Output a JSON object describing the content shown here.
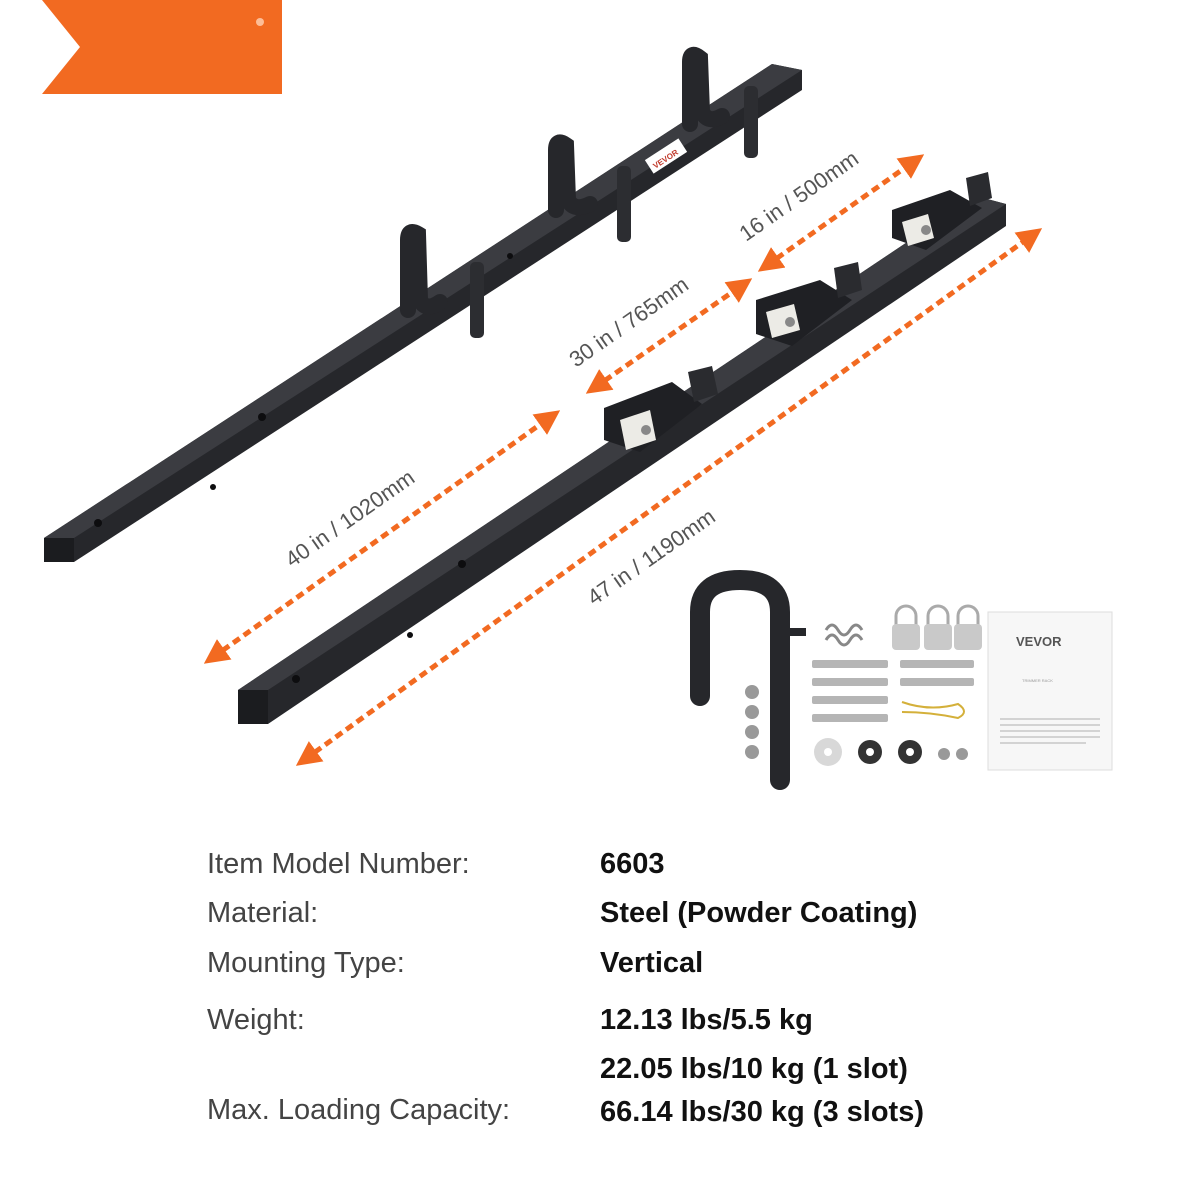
{
  "colors": {
    "accent": "#f26a21",
    "rack": "#26272b",
    "text": "#444444",
    "value": "#111111"
  },
  "dimensions": {
    "short_rack_length": "40 in / 1020mm",
    "long_rack_length": "47 in / 1190mm",
    "spacing_wide": "30 in / 765mm",
    "spacing_narrow": "16 in / 500mm"
  },
  "product": {
    "brand_label": "VEVOR",
    "manual_brand": "VEVOR",
    "manual_title": "TRIMMER RACK"
  },
  "specs": [
    {
      "label": "Item Model Number:",
      "value": "6603"
    },
    {
      "label": "Material:",
      "value": "Steel (Powder Coating)"
    },
    {
      "label": "Mounting Type:",
      "value": "Vertical"
    },
    {
      "label": "Weight:",
      "value": "12.13 lbs/5.5 kg"
    },
    {
      "label": "Max. Loading Capacity:",
      "values": [
        "22.05 lbs/10 kg (1 slot)",
        "66.14 lbs/30 kg (3 slots)"
      ]
    }
  ]
}
